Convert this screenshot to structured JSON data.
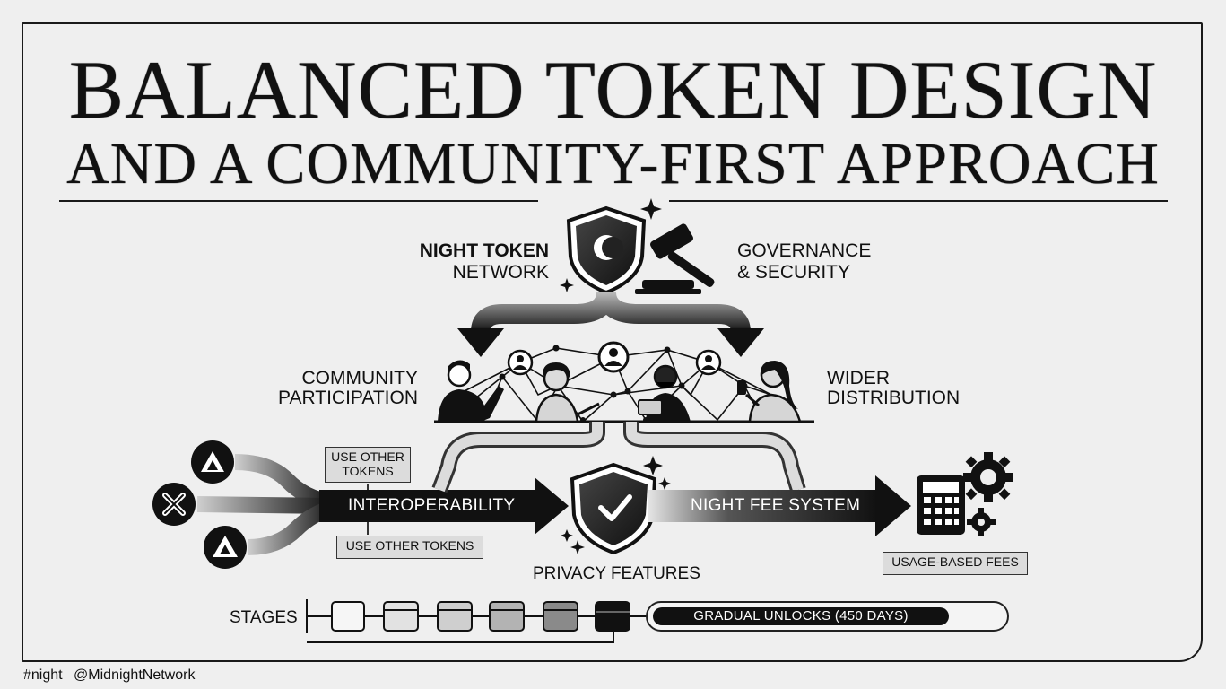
{
  "title": {
    "line1": "BALANCED TOKEN DESIGN",
    "line2": "AND A COMMUNITY-FIRST APPROACH"
  },
  "top": {
    "night_token": "NIGHT TOKEN",
    "network": "NETWORK",
    "governance_line1": "GOVERNANCE",
    "governance_line2": "& SECURITY"
  },
  "middle": {
    "community_line1": "COMMUNITY",
    "community_line2": "PARTICIPATION",
    "wider_line1": "WIDER",
    "wider_line2": "DISTRIBUTION"
  },
  "flow": {
    "tag_top_line1": "USE OTHER",
    "tag_top_line2": "TOKENS",
    "tag_bottom": "USE OTHER TOKENS",
    "interoperability": "INTEROPERABILITY",
    "night_fee_system": "NIGHT FEE SYSTEM",
    "privacy_features": "PRIVACY FEATURES",
    "usage_based_fees": "USAGE-BASED FEES"
  },
  "bottom": {
    "stages": "STAGES",
    "gradual_unlocks": "GRADUAL UNLOCKS (450 DAYS)"
  },
  "footer": {
    "hashtag": "#night",
    "handle": "@MidnightNetwork"
  },
  "icons": [
    "shield-moon-icon",
    "gavel-icon",
    "people-network-icon",
    "avalanche-token-icon",
    "cross-token-icon",
    "shield-check-icon",
    "calculator-icon",
    "gear-icon",
    "sparkle-icon"
  ],
  "colors": {
    "background": "#efefef",
    "ink": "#111111"
  }
}
